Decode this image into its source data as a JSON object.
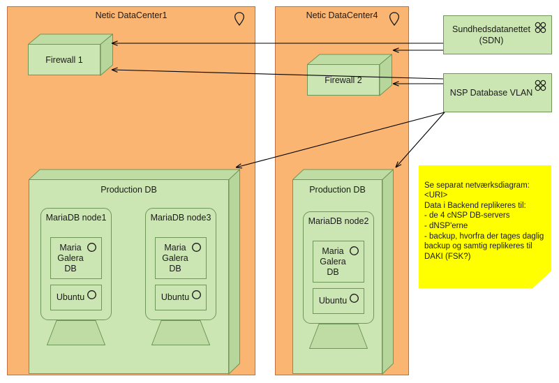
{
  "diagram": {
    "title": "Netic DataCenter Network Diagram",
    "colors": {
      "datacenter_fill": "#F9B571",
      "datacenter_stroke": "#C0703A",
      "node_fill": "#CCE6B3",
      "node_stroke": "#6E9657",
      "note_fill": "#FFFF00",
      "line": "#000000"
    }
  },
  "datacenters": [
    {
      "id": "dc1",
      "label": "Netic DataCenter1",
      "icon": "location-pin-icon",
      "firewall": {
        "label": "Firewall 1"
      },
      "production_db": {
        "label": "Production DB",
        "nodes": [
          {
            "label": "MariaDB node1",
            "components": [
              {
                "label": "Maria\nGalera\nDB",
                "icon": "component-circle-icon"
              },
              {
                "label": "Ubuntu",
                "icon": "component-circle-icon"
              }
            ]
          },
          {
            "label": "MariaDB node3",
            "components": [
              {
                "label": "Maria\nGalera\nDB",
                "icon": "component-circle-icon"
              },
              {
                "label": "Ubuntu",
                "icon": "component-circle-icon"
              }
            ]
          }
        ]
      }
    },
    {
      "id": "dc4",
      "label": "Netic DataCenter4",
      "icon": "location-pin-icon",
      "firewall": {
        "label": "Firewall 2"
      },
      "production_db": {
        "label": "Production DB",
        "nodes": [
          {
            "label": "MariaDB node2",
            "components": [
              {
                "label": "Maria\nGalera\nDB",
                "icon": "component-circle-icon"
              },
              {
                "label": "Ubuntu",
                "icon": "component-circle-icon"
              }
            ]
          }
        ]
      }
    }
  ],
  "external_networks": [
    {
      "id": "sdn",
      "label": "Sundhedsdatanettet\n(SDN)",
      "icon": "network-cluster-icon"
    },
    {
      "id": "nsp",
      "label": "NSP Database VLAN",
      "icon": "network-cluster-icon"
    }
  ],
  "note": {
    "text": "Se separat netværksdiagram:\n<URI>\nData i Backend replikeres til:\n- de 4 cNSP DB-servers\n- dNSP'erne\n- backup, hvorfra der tages daglig backup og samtig replikeres til DAKI (FSK?)"
  },
  "connections": [
    {
      "from": "sdn",
      "to": "firewall-1",
      "direction": "to"
    },
    {
      "from": "sdn",
      "to": "firewall-2",
      "direction": "to"
    },
    {
      "from": "nsp",
      "to": "firewall-1",
      "direction": "to"
    },
    {
      "from": "nsp",
      "to": "firewall-2",
      "direction": "to"
    },
    {
      "from": "nsp",
      "to": "production-db-dc1",
      "direction": "to"
    },
    {
      "from": "nsp",
      "to": "production-db-dc4",
      "direction": "to"
    }
  ]
}
